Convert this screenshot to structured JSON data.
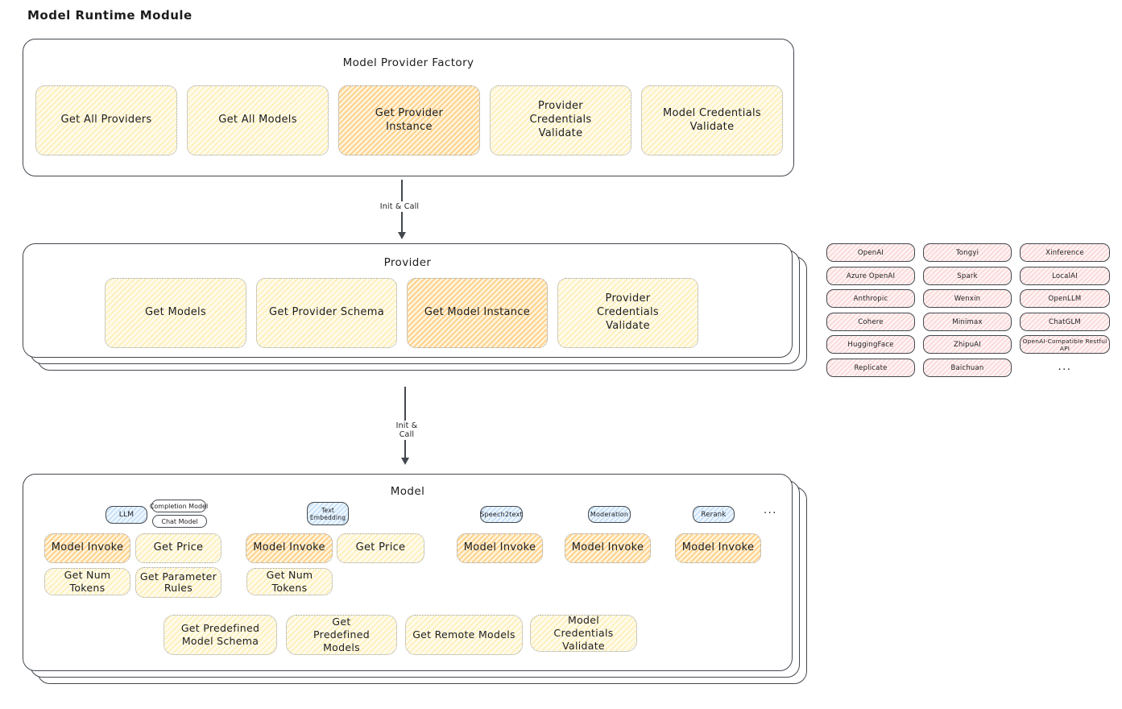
{
  "page": {
    "title": "Model Runtime Module"
  },
  "factory": {
    "title": "Model Provider Factory",
    "buttons": [
      {
        "label": "Get All Providers",
        "highlighted": false
      },
      {
        "label": "Get All Models",
        "highlighted": false
      },
      {
        "label": "Get Provider Instance",
        "highlighted": true
      },
      {
        "label": "Provider Credentials Validate",
        "highlighted": false
      },
      {
        "label": "Model Credentials Validate",
        "highlighted": false
      }
    ]
  },
  "arrows": [
    {
      "label": "Init & Call"
    },
    {
      "label": "Init & Call"
    }
  ],
  "provider": {
    "title": "Provider",
    "buttons": [
      {
        "label": "Get Models",
        "highlighted": false
      },
      {
        "label": "Get Provider Schema",
        "highlighted": false
      },
      {
        "label": "Get Model Instance",
        "highlighted": true
      },
      {
        "label": "Provider Credentials Validate",
        "highlighted": false
      }
    ]
  },
  "provider_catalog": {
    "columns": [
      [
        "OpenAI",
        "Azure OpenAI",
        "Anthropic",
        "Cohere",
        "HuggingFace",
        "Replicate"
      ],
      [
        "Tongyi",
        "Spark",
        "Wenxin",
        "Minimax",
        "ZhipuAI",
        "Baichuan"
      ],
      [
        "Xinference",
        "LocalAI",
        "OpenLLM",
        "ChatGLM",
        "OpenAI-Compatible Restful API"
      ]
    ],
    "more": "..."
  },
  "model": {
    "title": "Model",
    "types": [
      {
        "label": "LLM"
      },
      {
        "label": "Completion Model"
      },
      {
        "label": "Chat Model"
      },
      {
        "label": "Text Embedding"
      },
      {
        "label": "Speech2text"
      },
      {
        "label": "Moderation"
      },
      {
        "label": "Rerank"
      }
    ],
    "more": "...",
    "actions": {
      "model_invoke": "Model Invoke",
      "get_price": "Get Price",
      "get_num_tokens": "Get Num Tokens",
      "get_parameter_rules": "Get Parameter Rules",
      "get_predefined_model_schema": "Get Predefined Model Schema",
      "get_predefined_models": "Get Predefined Models",
      "get_remote_models": "Get Remote Models",
      "model_credentials_validate": "Model Credentials Validate"
    }
  },
  "colors": {
    "stroke": "#43484e",
    "text": "#1d1d1f",
    "yellow_fill": "#fffbea",
    "yellow_hatch": "#ffe082",
    "orange_fill": "#fff3da",
    "orange_hatch": "#ffb042",
    "blue_fill": "#edf5fe",
    "blue_hatch": "#7db9f0",
    "pink_fill": "#fef3f3",
    "pink_hatch": "#f8a0a0"
  }
}
